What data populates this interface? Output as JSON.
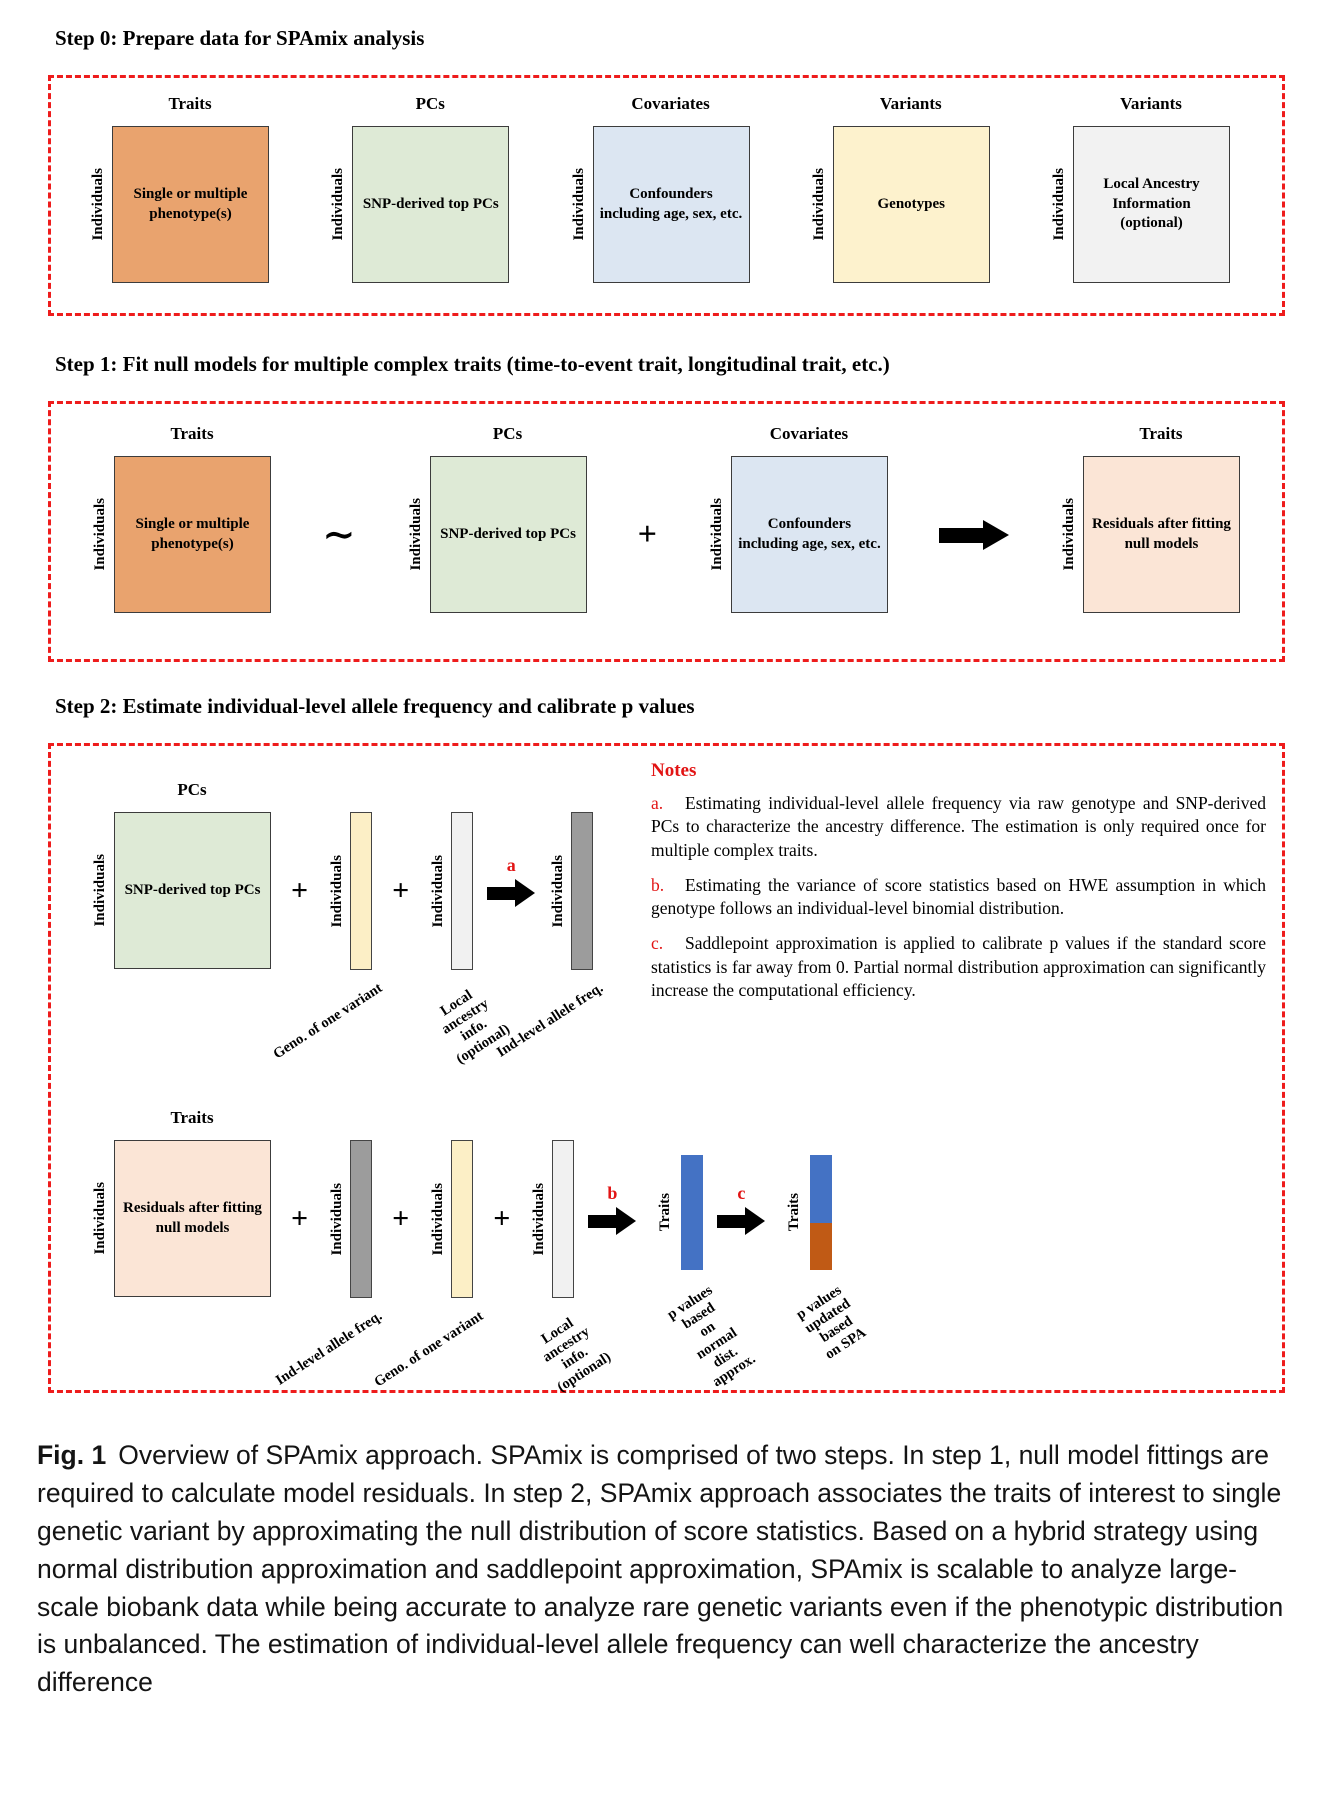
{
  "step0": {
    "title": "Step 0: Prepare data for SPAmix analysis",
    "panels": [
      {
        "header": "Traits",
        "side": "Individuals",
        "label": "Single or multiple phenotype(s)",
        "color": "#e9a36e"
      },
      {
        "header": "PCs",
        "side": "Individuals",
        "label": "SNP-derived top PCs",
        "color": "#deead6"
      },
      {
        "header": "Covariates",
        "side": "Individuals",
        "label": "Confounders including age, sex, etc.",
        "color": "#dce6f2"
      },
      {
        "header": "Variants",
        "side": "Individuals",
        "label": "Genotypes",
        "color": "#fdf2cd"
      },
      {
        "header": "Variants",
        "side": "Individuals",
        "label": "Local Ancestry Information (optional)",
        "color": "#f2f2f2"
      }
    ]
  },
  "step1": {
    "title": "Step 1: Fit null models for multiple complex traits (time-to-event trait, longitudinal trait, etc.)",
    "tilde": "∼",
    "plus": "+",
    "panels": [
      {
        "header": "Traits",
        "side": "Individuals",
        "label": "Single or multiple phenotype(s)",
        "color": "#e9a36e"
      },
      {
        "header": "PCs",
        "side": "Individuals",
        "label": "SNP-derived top PCs",
        "color": "#deead6"
      },
      {
        "header": "Covariates",
        "side": "Individuals",
        "label": "Confounders including age, sex, etc.",
        "color": "#dce6f2"
      },
      {
        "header": "Traits",
        "side": "Individuals",
        "label": "Residuals after fitting null models",
        "color": "#fbe5d6"
      }
    ]
  },
  "step2": {
    "title": "Step 2: Estimate individual-level allele frequency and calibrate p values",
    "plus": "+",
    "row1": {
      "panel": {
        "header": "PCs",
        "side": "Individuals",
        "label": "SNP-derived top PCs",
        "color": "#deead6"
      },
      "cols": [
        {
          "side": "Individuals",
          "caption": "Geno. of one variant",
          "color": "#fcefc6"
        },
        {
          "side": "Individuals",
          "caption": "Local ancestry info. (optional)",
          "color": "#f1f1f1"
        },
        {
          "side": "Individuals",
          "caption": "Ind-level allele freq.",
          "color": "#9c9c9c"
        }
      ],
      "arrow_label": "a"
    },
    "notes": {
      "title": "Notes",
      "items": [
        {
          "label": "a.",
          "text": "Estimating individual-level allele frequency via raw genotype and SNP-derived PCs to characterize the ancestry difference. The estimation is only required once for multiple complex traits."
        },
        {
          "label": "b.",
          "text": "Estimating the variance of score statistics based on HWE assumption in which genotype follows an individual-level binomial distribution."
        },
        {
          "label": "c.",
          "text": "Saddlepoint approximation is applied to calibrate p values if the standard score statistics is far away from 0. Partial normal distribution approximation can significantly increase the computational efficiency."
        }
      ]
    },
    "row2": {
      "panel": {
        "header": "Traits",
        "side": "Individuals",
        "label": "Residuals after fitting null models",
        "color": "#fbe5d6"
      },
      "cols": [
        {
          "side": "Individuals",
          "caption": "Ind-level allele freq.",
          "color": "#9c9c9c"
        },
        {
          "side": "Individuals",
          "caption": "Geno. of one variant",
          "color": "#fcefc6"
        },
        {
          "side": "Individuals",
          "caption": "Local ancestry info. (optional)",
          "color": "#f1f1f1"
        }
      ],
      "arrow_b": "b",
      "arrow_c": "c",
      "result1": {
        "side": "Traits",
        "caption": "p values based on normal dist. approx.",
        "color": "#4472c4"
      },
      "result2": {
        "side": "Traits",
        "caption": "p values updated based on SPA",
        "color_top": "#4472c4",
        "color_bottom": "#c05a15"
      }
    }
  },
  "caption": {
    "label": "Fig. 1",
    "text": "Overview of SPAmix approach. SPAmix is comprised of two steps. In step 1, null model fittings are required to calculate model residuals. In step 2, SPAmix approach associates the traits of interest to single genetic variant by approximating the null distribution of score statistics. Based on a hybrid strategy using normal distribution approximation and saddlepoint approximation, SPAmix is scalable to analyze large-scale biobank data while being accurate to analyze rare genetic variants even if the phenotypic distribution is unbalanced. The estimation of individual-level allele frequency can well characterize the ancestry difference"
  },
  "colors": {
    "dashed_border": "#ee1c1c",
    "note_red": "#e21414",
    "arrow_black": "#000000"
  }
}
